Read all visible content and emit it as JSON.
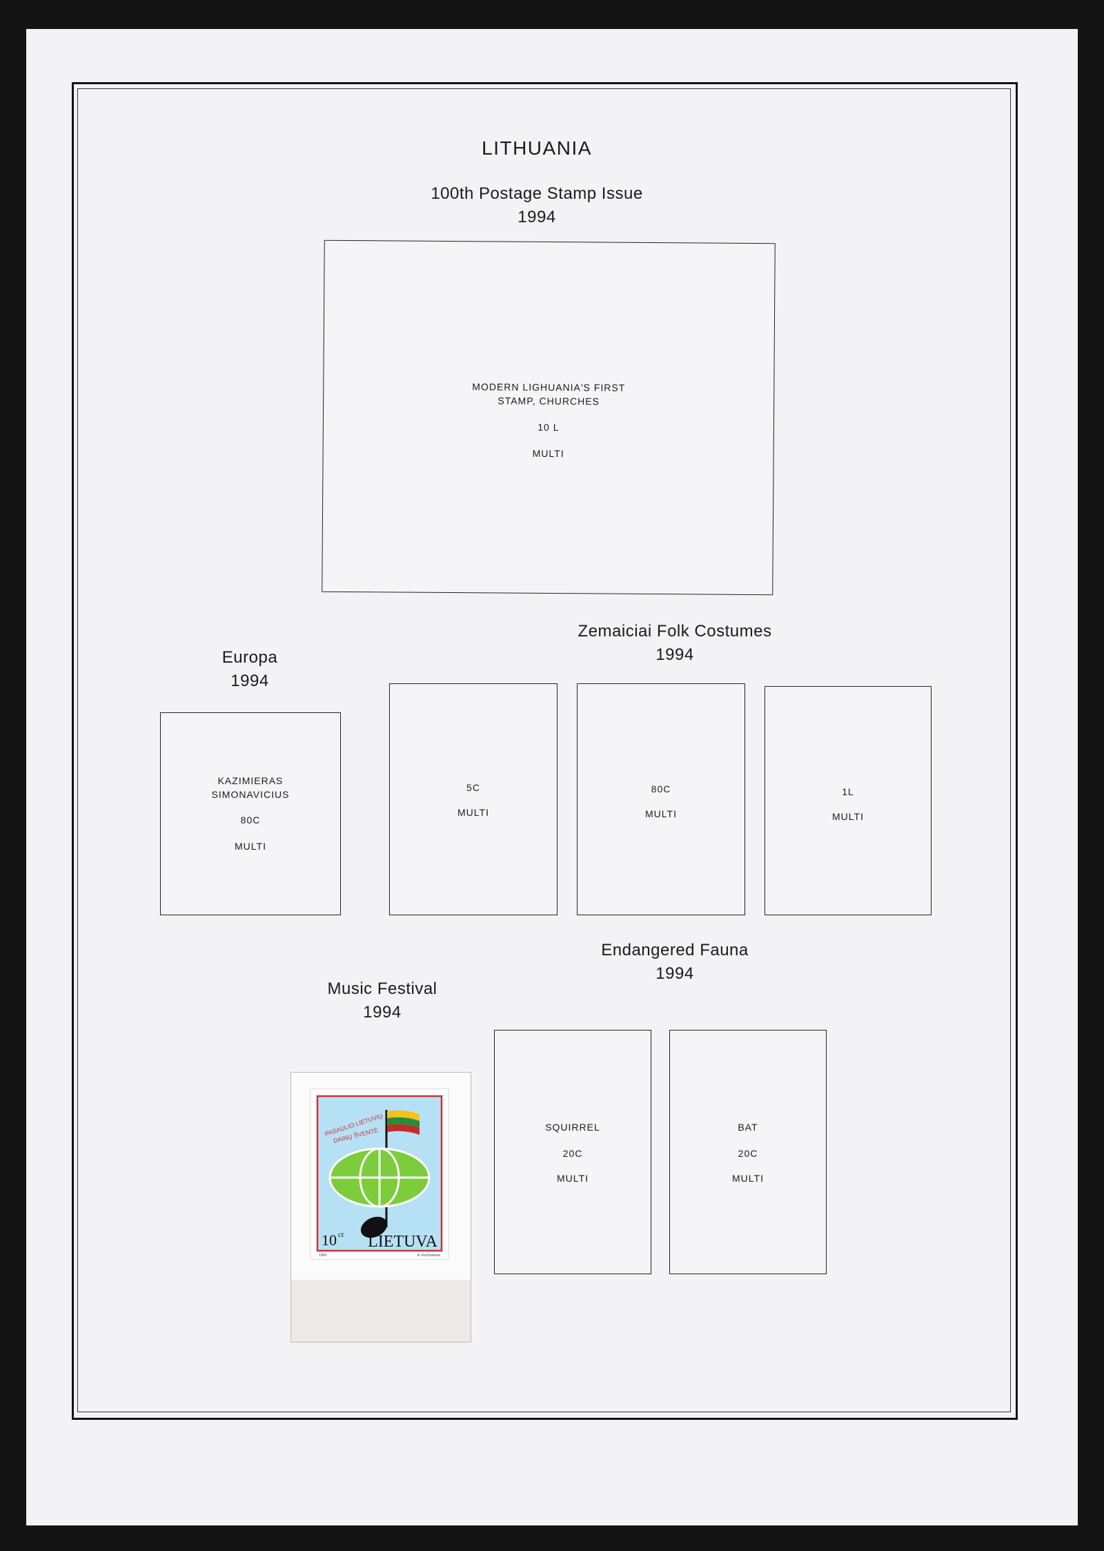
{
  "page": {
    "title": "LITHUANIA"
  },
  "sections": [
    {
      "id": "postage",
      "heading": [
        "100th Postage Stamp Issue",
        "1994"
      ],
      "stamps": [
        {
          "lines": [
            "Modern Lighuania's first",
            "stamp, churches"
          ],
          "value": "10 L",
          "color": "MULTI"
        }
      ]
    },
    {
      "id": "europa",
      "heading": [
        "Europa",
        "1994"
      ],
      "stamps": [
        {
          "lines": [
            "Kazimieras",
            "Simonavicius"
          ],
          "value": "80c",
          "color": "MULTI"
        }
      ]
    },
    {
      "id": "costumes",
      "heading": [
        "Zemaiciai Folk Costumes",
        "1994"
      ],
      "stamps": [
        {
          "value": "5c",
          "color": "MULTI"
        },
        {
          "value": "80c",
          "color": "MULTI"
        },
        {
          "value": "1L",
          "color": "MULTi"
        }
      ]
    },
    {
      "id": "music",
      "heading": [
        "Music Festival",
        "1994"
      ],
      "stamp": {
        "inscription_top": "PASAULIO LIETUVIŲ",
        "inscription_bottom": "DAINŲ ŠVENTĖ",
        "denomination": "10",
        "denomination_unit": "ct",
        "country": "LIETUVA",
        "year": "1994",
        "designer": "A. Kučinskienė",
        "colors": {
          "sky": "#b6e1f4",
          "globe": "#7dcc3c",
          "border": "#c9333c",
          "flag_yellow": "#f4c21a",
          "flag_green": "#2c8a3c",
          "flag_red": "#c52a2a"
        }
      }
    },
    {
      "id": "fauna",
      "heading": [
        "Endangered Fauna",
        "1994"
      ],
      "stamps": [
        {
          "lines": [
            "Squirrel"
          ],
          "value": "20c",
          "color": "MULTI"
        },
        {
          "lines": [
            "Bat"
          ],
          "value": "20c",
          "color": "MULTI"
        }
      ]
    }
  ]
}
